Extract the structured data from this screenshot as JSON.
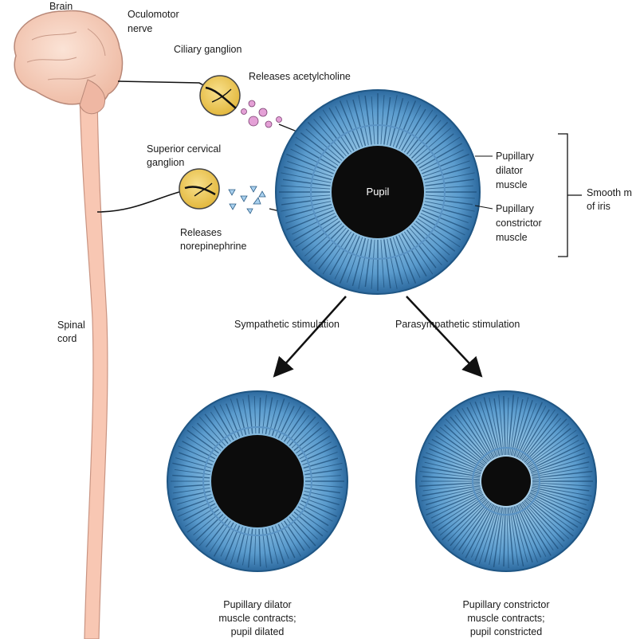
{
  "labels": {
    "brain": "Brain",
    "oculomotor_1": "Oculomotor",
    "oculomotor_2": "nerve",
    "ciliary": "Ciliary ganglion",
    "acetylcholine": "Releases acetylcholine",
    "sup_cervical_1": "Superior cervical",
    "sup_cervical_2": "ganglion",
    "norepi_1": "Releases",
    "norepi_2": "norepinephrine",
    "spinal_1": "Spinal",
    "spinal_2": "cord",
    "pupil": "Pupil",
    "dilator_1": "Pupillary",
    "dilator_2": "dilator",
    "dilator_3": "muscle",
    "constrictor_1": "Pupillary",
    "constrictor_2": "constrictor",
    "constrictor_3": "muscle",
    "smooth_1": "Smooth m",
    "smooth_2": "of iris",
    "sympathetic": "Sympathetic stimulation",
    "parasympathetic": "Parasympathetic stimulation",
    "dilated_1": "Pupillary dilator",
    "dilated_2": "muscle contracts;",
    "dilated_3": "pupil dilated",
    "constricted_1": "Pupillary constrictor",
    "constricted_2": "muscle contracts;",
    "constricted_3": "pupil constricted"
  },
  "colors": {
    "brain": "#f6d2c0",
    "brain_stroke": "#b88878",
    "cord": "#f8c7b3",
    "ganglion": "#f1cf5f",
    "iris_outer": "#3e7fb4",
    "iris_mid": "#6aa9d6",
    "iris_inner": "#a9d0ea",
    "pupil": "#0c0c0c",
    "ach": "#e4a0d6",
    "norepi": "#a9d0ee"
  },
  "icons": {
    "brain": "brain-illustration",
    "eye": "iris-illustration",
    "ganglion": "ganglion-illustration"
  }
}
